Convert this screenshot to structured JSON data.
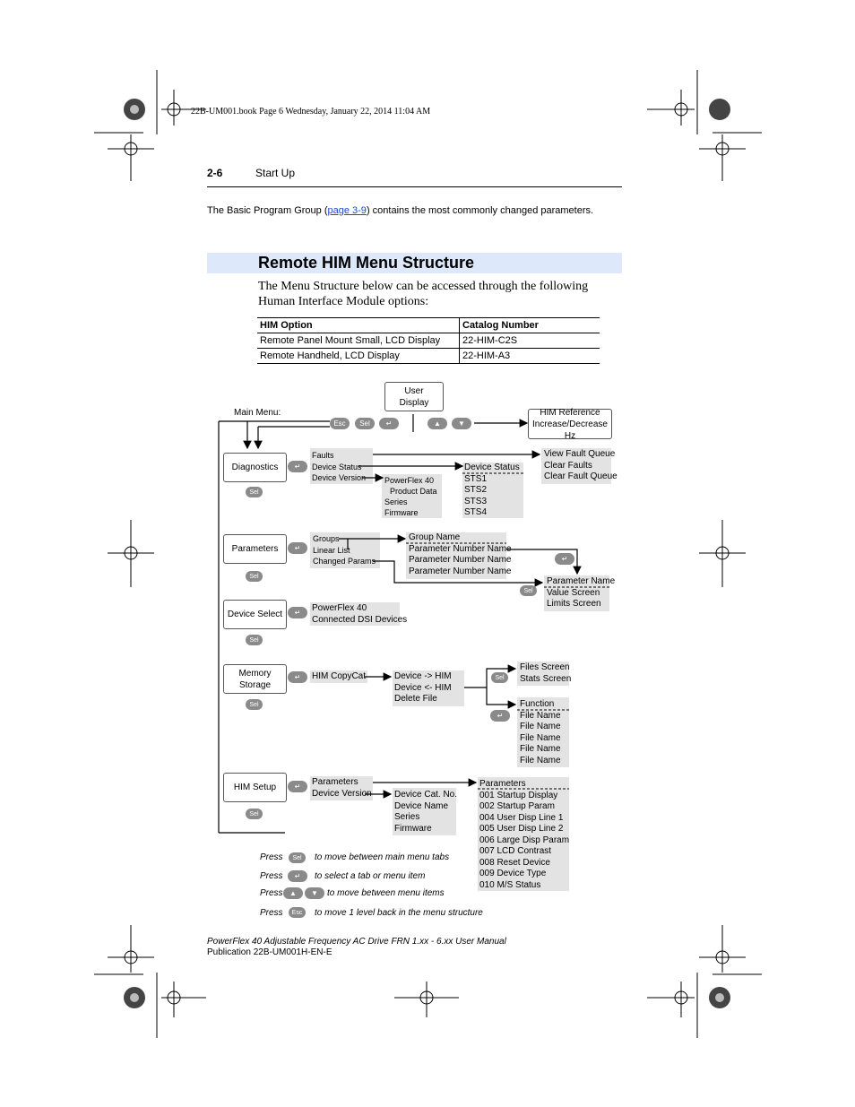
{
  "header": {
    "book_info": "22B-UM001.book  Page 6  Wednesday, January 22, 2014  11:04 AM",
    "page_number": "2-6",
    "section": "Start Up"
  },
  "intro": {
    "before_link": "The Basic Program Group (",
    "link": "page 3-9",
    "after_link": ") contains the most commonly changed parameters."
  },
  "section_title": "Remote HIM Menu Structure",
  "body_text": {
    "line1": "The Menu Structure below can be accessed through the following",
    "line2": "Human Interface Module options:"
  },
  "table": {
    "headers": [
      "HIM Option",
      "Catalog Number"
    ],
    "rows": [
      [
        "Remote Panel Mount Small, LCD Display",
        "22-HIM-C2S"
      ],
      [
        "Remote Handheld, LCD Display",
        "22-HIM-A3"
      ]
    ]
  },
  "diagram": {
    "user_display": [
      "User",
      "Display"
    ],
    "main_menu_label": "Main Menu:",
    "keys": {
      "esc": "Esc",
      "sel": "Sel",
      "enter": "↵",
      "up": "▲",
      "down": "▼"
    },
    "him_reference": [
      "HIM Reference",
      "Increase/Decrease Hz"
    ],
    "menu_tabs": [
      "Diagnostics",
      "Parameters",
      "Device Select",
      "Memory Storage",
      "HIM Setup"
    ],
    "diagnostics": {
      "items": [
        "Faults",
        "Device Status",
        "Device Version"
      ],
      "version_info": [
        "PowerFlex 40",
        "Product Data",
        "Series",
        "Firmware"
      ],
      "status": [
        "Device Status",
        "STS1",
        "STS2",
        "STS3",
        "STS4"
      ],
      "faults": [
        "View Fault Queue",
        "Clear Faults",
        "Clear Fault Queue"
      ]
    },
    "parameters": {
      "items": [
        "Groups",
        "Linear List",
        "Changed Params"
      ],
      "group_list": [
        "Group Name",
        "Parameter Number Name",
        "Parameter Number Name",
        "Parameter Number Name"
      ],
      "param_screen": [
        "Parameter Name",
        "Value Screen",
        "Limits Screen"
      ]
    },
    "device_select": {
      "items": [
        "PowerFlex 40",
        "Connected DSI Devices"
      ]
    },
    "memory_storage": {
      "items": [
        "HIM CopyCat"
      ],
      "copycat": [
        "Device -> HIM",
        "Device <- HIM",
        "Delete File"
      ],
      "screens": [
        "Files Screen",
        "Stats Screen"
      ],
      "files": [
        "Function",
        "File Name",
        "File Name",
        "File Name",
        "File Name",
        "File Name"
      ]
    },
    "him_setup": {
      "items": [
        "Parameters",
        "Device Version"
      ],
      "version": [
        "Device Cat. No.",
        "Device Name",
        "Series",
        "Firmware"
      ],
      "params": [
        "Parameters",
        "001  Startup Display",
        "002  Startup Param",
        "004  User Disp Line 1",
        "005  User Disp Line 2",
        "006  Large Disp Param",
        "007  LCD Contrast",
        "008  Reset Device",
        "009  Device Type",
        "010  M/S Status"
      ]
    },
    "legend": [
      {
        "press": "Press",
        "text": "to move between main menu tabs"
      },
      {
        "press": "Press",
        "text": "to select a tab or menu item"
      },
      {
        "press": "Press",
        "text": "to move between menu items"
      },
      {
        "press": "Press",
        "text": "to move 1 level back in the menu structure"
      }
    ]
  },
  "footer": {
    "line1": "PowerFlex 40 Adjustable Frequency AC Drive FRN 1.xx - 6.xx User Manual",
    "line2": "Publication 22B-UM001H-EN-E"
  }
}
